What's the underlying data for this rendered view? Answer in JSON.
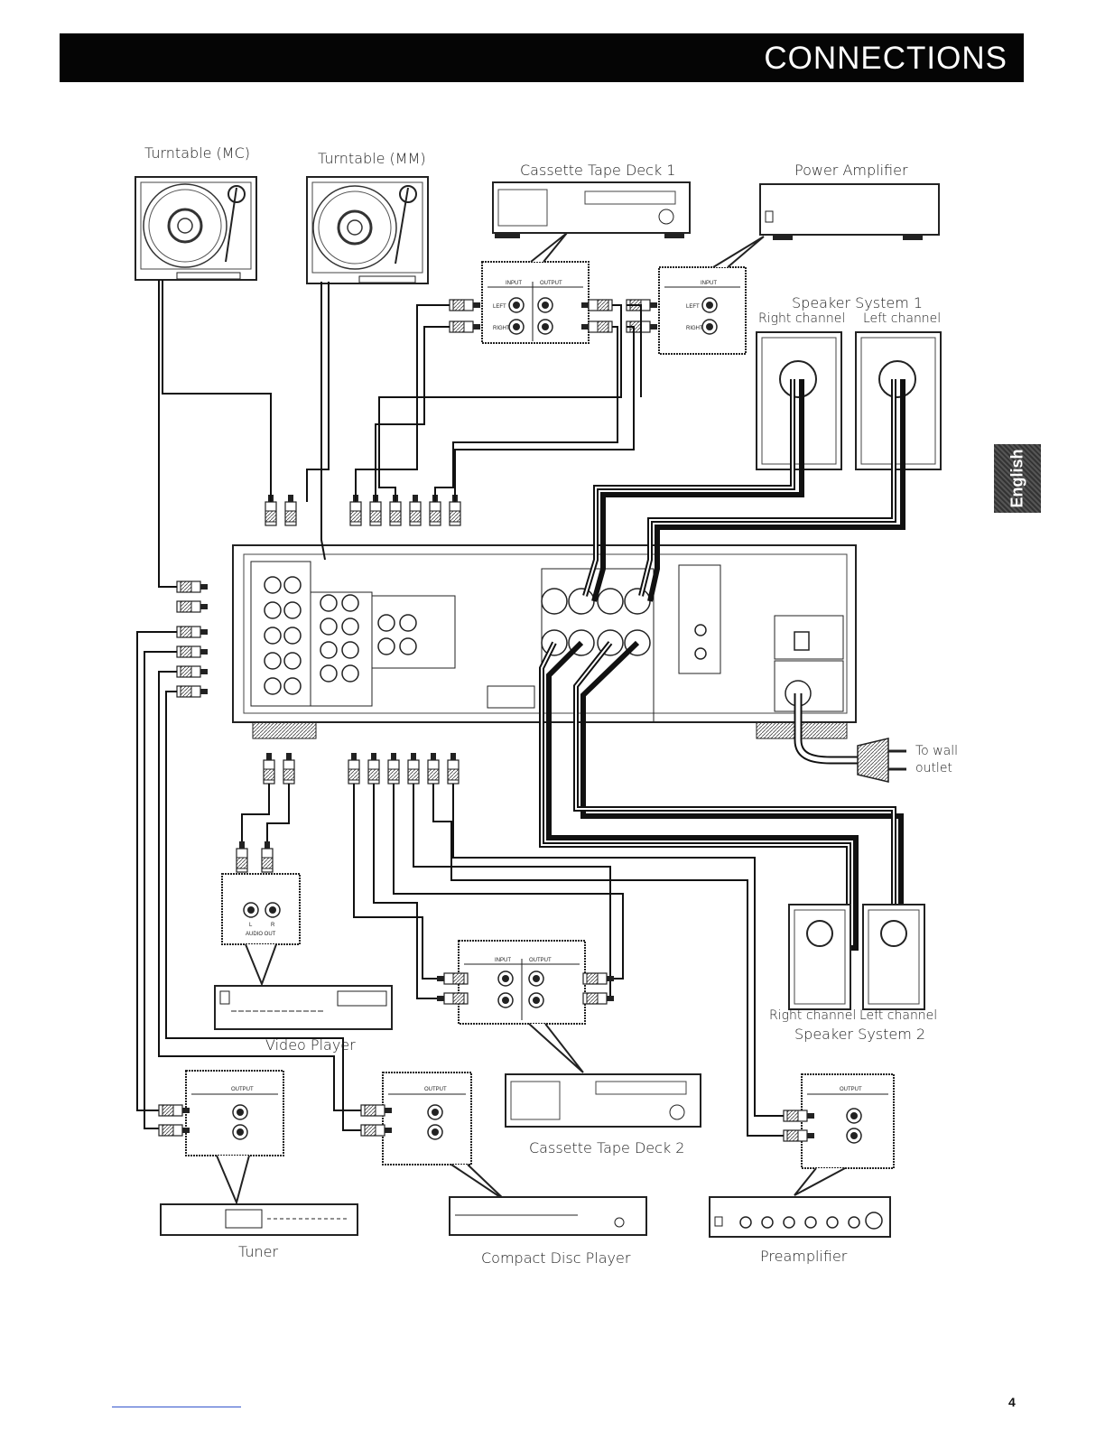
{
  "header": {
    "title": "CONNECTIONS"
  },
  "language_tab": "English",
  "page_number": "4",
  "labels": {
    "turntable_mc": "Turntable (MC)",
    "turntable_mm": "Turntable (MM)",
    "cassette_deck_1": "Cassette Tape Deck 1",
    "power_amplifier": "Power Amplifier",
    "speaker_system_1": "Speaker System 1",
    "speaker1_right": "Right channel",
    "speaker1_left": "Left channel",
    "wall_outlet_1": "To wall",
    "wall_outlet_2": "outlet",
    "speaker2_right": "Right channel",
    "speaker2_left": "Left channel",
    "speaker_system_2": "Speaker System 2",
    "video_player": "Video Player",
    "cassette_deck_2": "Cassette Tape Deck 2",
    "tuner": "Tuner",
    "cd_player": "Compact Disc Player",
    "preamplifier": "Preamplifier"
  },
  "jack_labels": {
    "input": "INPUT",
    "output": "OUTPUT",
    "left": "LEFT",
    "right": "RIGHT",
    "audio_out": "AUDIO OUT",
    "l": "L",
    "r": "R"
  }
}
